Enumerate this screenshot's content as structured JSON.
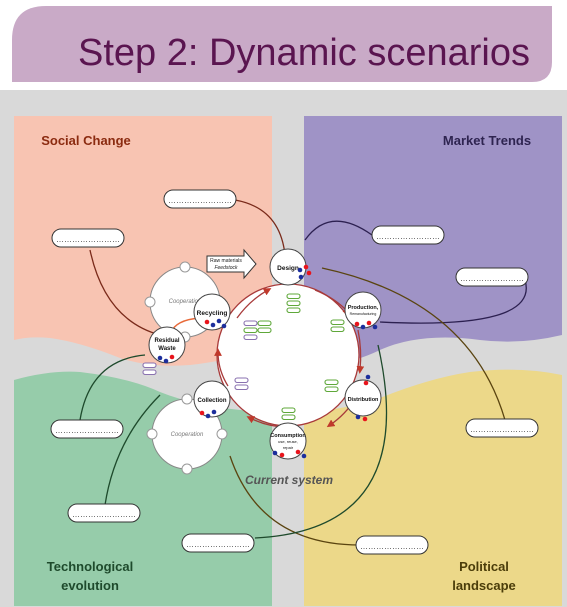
{
  "title": "Step 2: Dynamic scenarios",
  "quadrants": {
    "social": {
      "label": "Social Change",
      "color": "#f8c4b2",
      "text_color": "#8b2b10"
    },
    "market": {
      "label": "Market Trends",
      "color": "#9f93c6",
      "text_color": "#2e2450"
    },
    "tech": {
      "label_line1": "Technological",
      "label_line2": "evolution",
      "color": "#96ccaa",
      "text_color": "#1e4a2c"
    },
    "political": {
      "label_line1": "Political",
      "label_line2": "landscape",
      "color": "#ecd889",
      "text_color": "#4b3d0a"
    }
  },
  "center": {
    "label": "Current system",
    "raw_materials_line1": "Raw materials",
    "raw_materials_line2": "Feedstock",
    "nodes": {
      "design": "Design",
      "production_line1": "Production,",
      "production_line2": "Remanufacturing",
      "distribution": "Distribution",
      "consumption_line1": "Consumption",
      "consumption_line2": "use, reuse,",
      "consumption_line3": "repair",
      "collection": "Collection",
      "residual_line1": "Residual",
      "residual_line2": "Waste",
      "recycling": "Recycling"
    },
    "cooperation_top": "Cooperation",
    "cooperation_bottom": "Cooperation"
  },
  "placeholder": "……………………",
  "colors": {
    "title_bar": "#c9aac7",
    "title_text": "#5a1550",
    "gray_bg": "#d9d9d9",
    "red_dot": "#e8141c",
    "blue_dot": "#1c2e9c",
    "green_pill": "#5fa83a",
    "purple_pill": "#8a72b0"
  }
}
